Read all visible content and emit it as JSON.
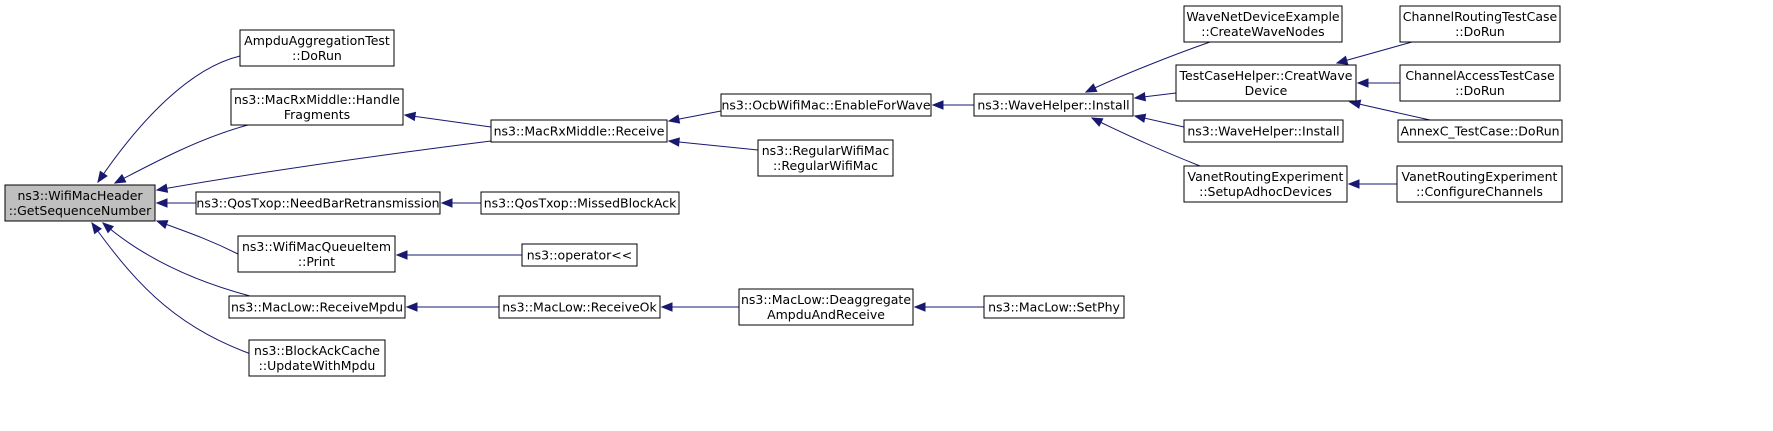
{
  "diagram": {
    "nodes": [
      {
        "id": "root",
        "lines": [
          "ns3::WifiMacHeader",
          "::GetSequenceNumber"
        ]
      },
      {
        "id": "ampdu_test",
        "lines": [
          "AmpduAggregationTest",
          "::DoRun"
        ]
      },
      {
        "id": "handle_frag",
        "lines": [
          "ns3::MacRxMiddle::Handle",
          "Fragments"
        ]
      },
      {
        "id": "qos_nbr",
        "lines": [
          "ns3::QosTxop::NeedBarRetransmission"
        ]
      },
      {
        "id": "queue_print",
        "lines": [
          "ns3::WifiMacQueueItem",
          "::Print"
        ]
      },
      {
        "id": "recv_mpdu",
        "lines": [
          "ns3::MacLow::ReceiveMpdu"
        ]
      },
      {
        "id": "bac_update",
        "lines": [
          "ns3::BlockAckCache",
          "::UpdateWithMpdu"
        ]
      },
      {
        "id": "rx_receive",
        "lines": [
          "ns3::MacRxMiddle::Receive"
        ]
      },
      {
        "id": "missed_ba",
        "lines": [
          "ns3::QosTxop::MissedBlockAck"
        ]
      },
      {
        "id": "op_stream",
        "lines": [
          "ns3::operator<<"
        ]
      },
      {
        "id": "recv_ok",
        "lines": [
          "ns3::MacLow::ReceiveOk"
        ]
      },
      {
        "id": "ocb_enable",
        "lines": [
          "ns3::OcbWifiMac::EnableForWave"
        ]
      },
      {
        "id": "regular_mac",
        "lines": [
          "ns3::RegularWifiMac",
          "::RegularWifiMac"
        ]
      },
      {
        "id": "deaggregate",
        "lines": [
          "ns3::MacLow::Deaggregate",
          "AmpduAndReceive"
        ]
      },
      {
        "id": "wave_install",
        "lines": [
          "ns3::WaveHelper::Install"
        ]
      },
      {
        "id": "set_phy",
        "lines": [
          "ns3::MacLow::SetPhy"
        ]
      },
      {
        "id": "wave_example",
        "lines": [
          "WaveNetDeviceExample",
          "::CreateWaveNodes"
        ]
      },
      {
        "id": "tc_helper",
        "lines": [
          "TestCaseHelper::CreatWave",
          "Device"
        ]
      },
      {
        "id": "wave_install2",
        "lines": [
          "ns3::WaveHelper::Install"
        ]
      },
      {
        "id": "vanet_setup",
        "lines": [
          "VanetRoutingExperiment",
          "::SetupAdhocDevices"
        ]
      },
      {
        "id": "ch_routing",
        "lines": [
          "ChannelRoutingTestCase",
          "::DoRun"
        ]
      },
      {
        "id": "ch_access",
        "lines": [
          "ChannelAccessTestCase",
          "::DoRun"
        ]
      },
      {
        "id": "annexc",
        "lines": [
          "AnnexC_TestCase::DoRun"
        ]
      },
      {
        "id": "vanet_config",
        "lines": [
          "VanetRoutingExperiment",
          "::ConfigureChannels"
        ]
      }
    ],
    "edges": [
      {
        "from": "ampdu_test",
        "to": "root"
      },
      {
        "from": "handle_frag",
        "to": "root"
      },
      {
        "from": "rx_receive",
        "to": "root"
      },
      {
        "from": "qos_nbr",
        "to": "root"
      },
      {
        "from": "queue_print",
        "to": "root"
      },
      {
        "from": "recv_mpdu",
        "to": "root"
      },
      {
        "from": "bac_update",
        "to": "root"
      },
      {
        "from": "rx_receive",
        "to": "handle_frag"
      },
      {
        "from": "missed_ba",
        "to": "qos_nbr"
      },
      {
        "from": "op_stream",
        "to": "queue_print"
      },
      {
        "from": "recv_ok",
        "to": "recv_mpdu"
      },
      {
        "from": "ocb_enable",
        "to": "rx_receive"
      },
      {
        "from": "regular_mac",
        "to": "rx_receive"
      },
      {
        "from": "deaggregate",
        "to": "recv_ok"
      },
      {
        "from": "wave_install",
        "to": "ocb_enable"
      },
      {
        "from": "set_phy",
        "to": "deaggregate"
      },
      {
        "from": "wave_example",
        "to": "wave_install"
      },
      {
        "from": "tc_helper",
        "to": "wave_install"
      },
      {
        "from": "wave_install2",
        "to": "wave_install"
      },
      {
        "from": "vanet_setup",
        "to": "wave_install"
      },
      {
        "from": "ch_routing",
        "to": "tc_helper"
      },
      {
        "from": "ch_access",
        "to": "tc_helper"
      },
      {
        "from": "annexc",
        "to": "tc_helper"
      },
      {
        "from": "vanet_config",
        "to": "vanet_setup"
      }
    ]
  }
}
